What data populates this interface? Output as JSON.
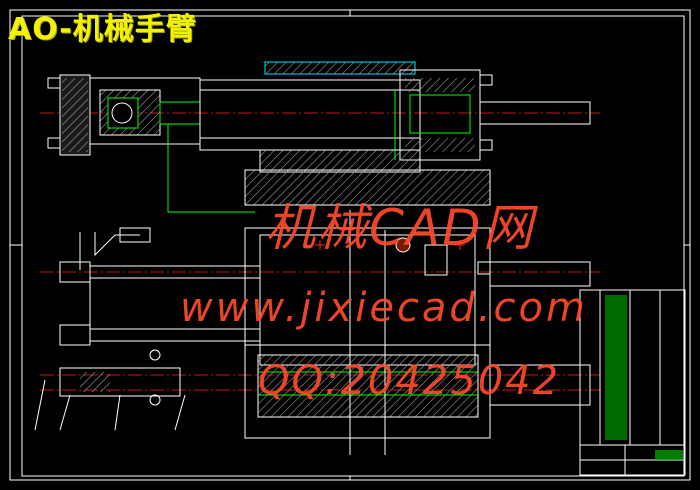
{
  "title": "AO-机械手臂",
  "watermarks": {
    "brand": "机械CAD网",
    "url": "www.jixiecad.com",
    "qq": "QQ:20425042"
  },
  "colors": {
    "background": "#000000",
    "outline": "#ffffff",
    "section": "#7a7a7a",
    "green": "#00ff00",
    "cyan": "#00e5ff",
    "red": "#ff2020",
    "title": "#f2f200",
    "watermark": "#ff4a2a"
  }
}
